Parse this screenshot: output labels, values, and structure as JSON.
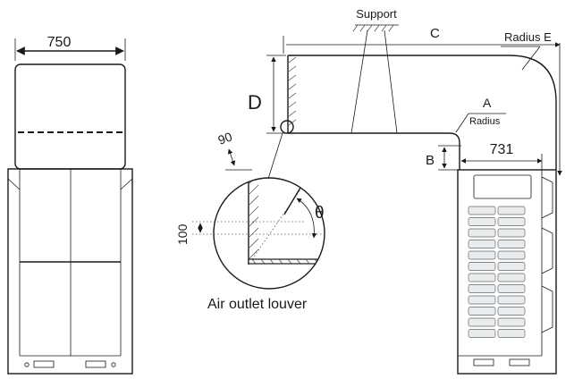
{
  "labels": {
    "width_left": "750",
    "width_right": "731",
    "support": "Support",
    "dim_c": "C",
    "radius_e": "Radius E",
    "dim_a": "A",
    "radius_a": "Radius",
    "dim_d": "D",
    "dim_b": "B",
    "dim_90": "90",
    "dim_100": "100",
    "theta": "θ",
    "louver_caption": "Air outlet louver"
  }
}
